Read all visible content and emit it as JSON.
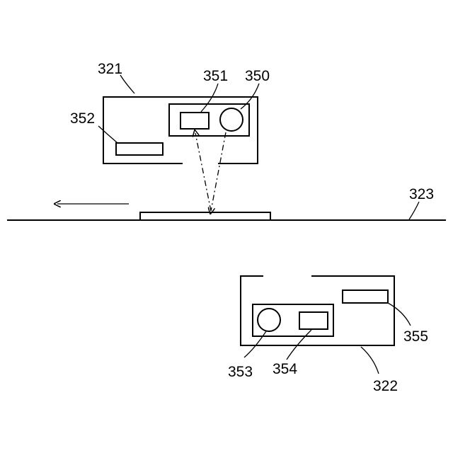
{
  "labels": {
    "upper_unit": "321",
    "lower_unit": "322",
    "transport_path": "323",
    "light_source_upper": "350",
    "sensor_upper": "351",
    "board_upper": "352",
    "light_source_lower": "353",
    "sensor_lower": "354",
    "board_lower": "355"
  }
}
